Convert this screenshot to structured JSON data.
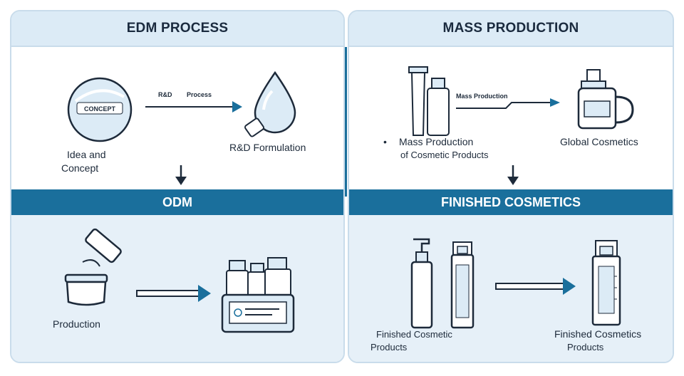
{
  "left_panel": {
    "header": "EDM PROCESS",
    "idea": {
      "badge": "CONCEPT",
      "label_1": "Idea and",
      "label_2": "Concept"
    },
    "arrow_caption_1": "R&D",
    "arrow_caption_2": "Process",
    "rd_label": "R&D Formulation",
    "band": "ODM",
    "production_label": "Production"
  },
  "right_panel": {
    "header": "MASS PRODUCTION",
    "mass_label_1": "Mass Production",
    "mass_label_2": "of Cosmetic Products",
    "arrow_caption": "Mass Production",
    "global_label": "Global Cosmetics",
    "band": "FINISHED COSMETICS",
    "finished_label_1": "Finished Cosmetic",
    "finished_label_2": "Products",
    "finished_label_3": "Finished Cosmetics",
    "finished_label_4": "Products"
  },
  "colors": {
    "accent": "#1a6f9c",
    "panel_bg": "#f4f8fb",
    "header_bg": "#dcebf6",
    "icon_fill": "#dcebf6",
    "stroke": "#1d2a3a"
  }
}
